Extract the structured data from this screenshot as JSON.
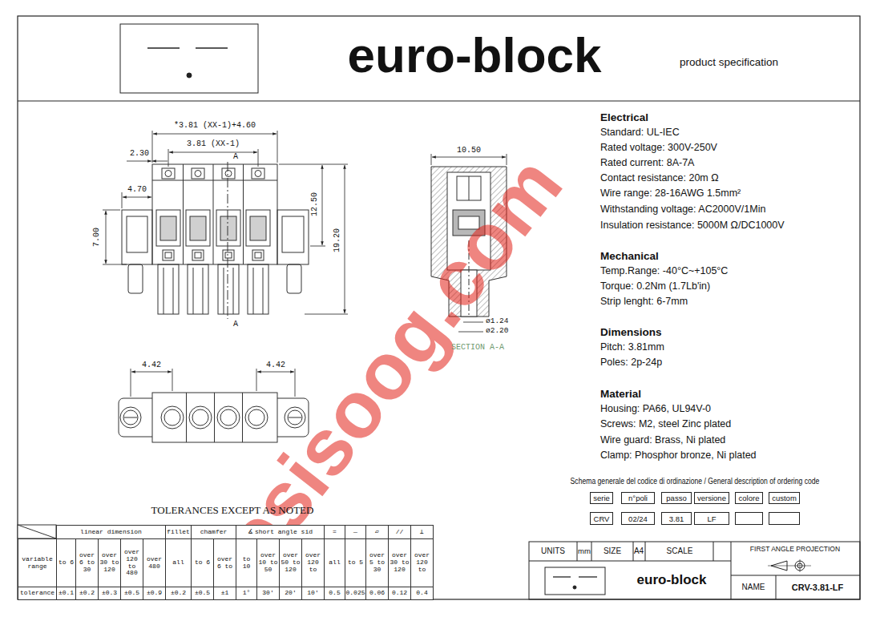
{
  "diagram": {
    "title": "euro-block",
    "nodes": [
      {
        "text": [
          "serie"
        ]
      },
      {
        "text": [
          "n°poli"
        ]
      },
      {
        "text": [
          "passo"
        ]
      },
      {
        "text": [
          "versione"
        ]
      },
      {
        "text": [
          "colore"
        ]
      },
      {
        "text": [
          "custom"
        ]
      },
      {
        "text": [
          "CRV"
        ]
      },
      {
        "text": [
          "02/24"
        ]
      },
      {
        "text": [
          "3.81"
        ]
      },
      {
        "text": [
          "LF"
        ]
      }
    ],
    "labels": [
      "product specification",
      "*3.81 (XX-1)+4.60",
      "3.81 (XX-1)",
      "2.30",
      "4.70",
      "7.00",
      "12.50",
      "19.20",
      "A",
      "A",
      "10.50",
      "ø1.24",
      "ø2.20",
      "SECTION A-A",
      "4.42",
      "4.42",
      "Electrical",
      "Standard: UL-IEC",
      "Rated voltage: 300V-250V",
      "Rated current: 8A-7A",
      "Contact resistance: 20m Ω",
      "Wire range: 28-16AWG 1.5mm²",
      "Withstanding voltage: AC2000V/1Min",
      "Insulation resistance: 5000M Ω/DC1000V",
      "Mechanical",
      "Temp.Range: -40°C~+105°C",
      "Torque: 0.2Nm (1.7Lb'in)",
      "Strip lenght: 6-7mm",
      "Dimensions",
      "Pitch: 3.81mm",
      "Poles: 2p-24p",
      "Material",
      "Housing: PA66, UL94V-0",
      "Screws: M2, steel Zinc plated",
      "Wire guard: Brass, Ni plated",
      "Clamp: Phosphor bronze, Ni plated",
      "Schema generale del codice di ordinazione / General description of ordering code",
      "TOLERANCES EXCEPT AS NOTED",
      "linear dimension",
      "fillet",
      "chamfer",
      "∡",
      "short angle sid",
      "=",
      "—",
      "▱",
      "//",
      "⊥",
      "variable range",
      "to 6",
      "over 6 to 30",
      "over 30 to 120",
      "over 120 to 480",
      "over 480",
      "all",
      "to 6",
      "over 6 to",
      "to 10",
      "over 10 to 50",
      "over 50 to 120",
      "over 120 to",
      "all",
      "to 5",
      "over 5 to 30",
      "over 30 to 120",
      "over 120 to",
      "tolerance",
      "±0.1",
      "±0.2",
      "±0.3",
      "±0.5",
      "±0.9",
      "±0.2",
      "±0.5",
      "±1",
      "1°",
      "30'",
      "20'",
      "10'",
      "0.5",
      "0.025",
      "0.06",
      "0.12",
      "0.4",
      "UNITS",
      "mm",
      "SIZE",
      "A4",
      "SCALE",
      "FIRST ANGLE PROJECTION",
      "euro-block",
      "NAME",
      "CRV-3.81-LF",
      "esisoog.com"
    ]
  }
}
